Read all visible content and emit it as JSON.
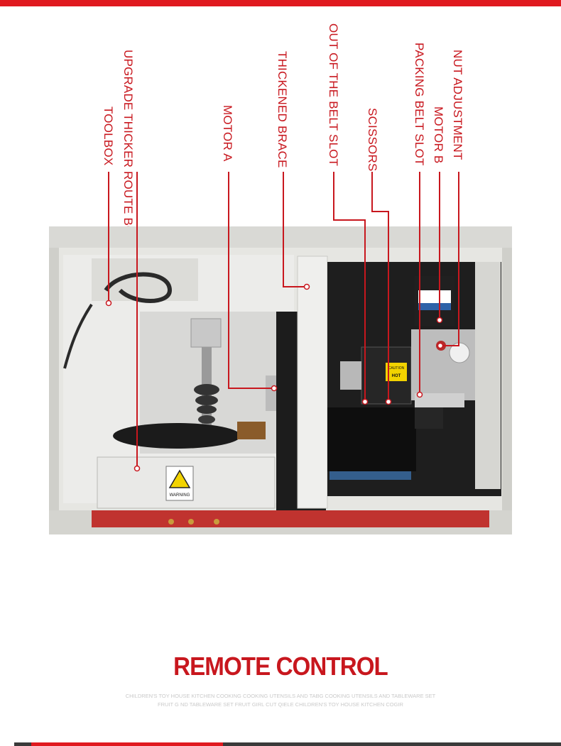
{
  "labels": {
    "toolbox": "TOOLBOX",
    "upgrade_route_box": "UPGRADE THICKER ROUTE BOX",
    "motor_a": "MOTOR A",
    "thickened_brace": "THICKENED BRACE",
    "out_of_belt_slot": "OUT OF THE BELT SLOT",
    "scissors": "SCISSORS",
    "packing_belt_slot": "PACKING BELT SLOT",
    "motor_b": "MOTOR B",
    "nut_adjustment": "NUT ADJUSTMENT"
  },
  "photo_text": {
    "warning_sticker": "WARNING",
    "caution_sticker": "CAUTION",
    "hot_sticker": "HOT"
  },
  "section_title": "REMOTE CONTROL",
  "sub_caption": "CHILDREN'S TOY HOUSE KITCHEN COOKING COOKING UTENSILS AND TABG COOKING UTENSILS AND TABLEWARE SET FRUIT G ND TABLEWARE SET FRUIT GIRL CUT QIELE CHILDREN'S TOY HOUSE KITCHEN COGIR",
  "colors": {
    "accent_red": "#c8171e",
    "bar_red": "#e01a1f",
    "bar_dark": "#3a3a3a",
    "caption_grey": "#c9c9c9"
  }
}
